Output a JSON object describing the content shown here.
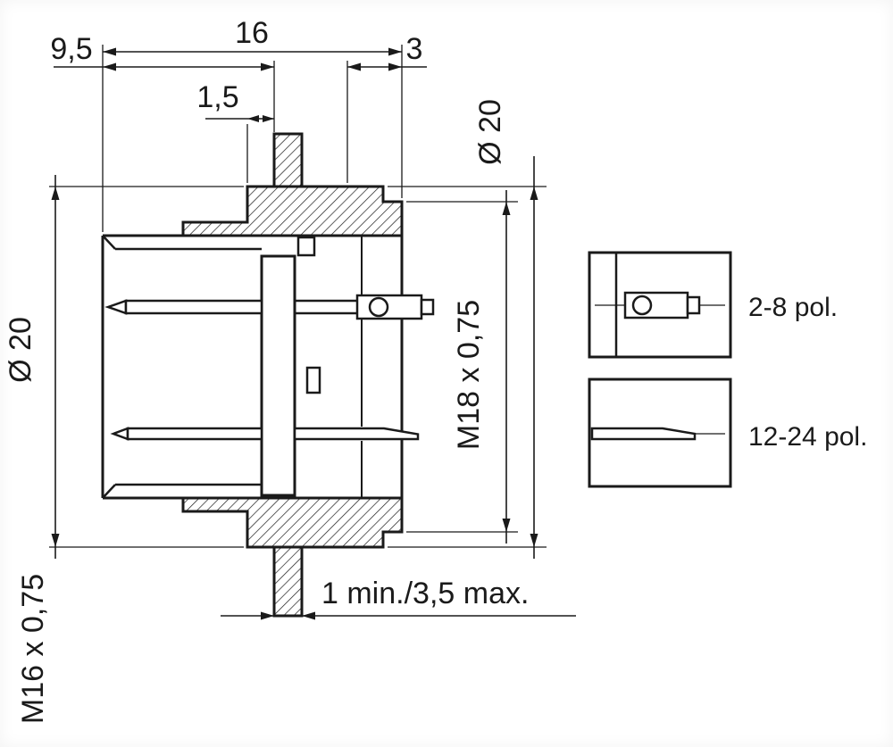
{
  "diagram": {
    "type": "technical-dimension-drawing",
    "subject": "circular panel-mount connector cross-section",
    "dimensions": {
      "top_width": "16",
      "front_to_panel": "9,5",
      "rear_length": "3",
      "flange_to_panel": "1,5",
      "diameter_left": "Ø 20",
      "diameter_right": "Ø 20",
      "thread_rear": "M18 x 0,75",
      "thread_mount": "M16 x 0,75",
      "panel_thickness": "1 min./3,5 max."
    },
    "details": {
      "top_label": "2-8 pol.",
      "bottom_label": "12-24 pol."
    },
    "colors": {
      "line": "#1a1a1a",
      "background": "#ffffff"
    }
  }
}
